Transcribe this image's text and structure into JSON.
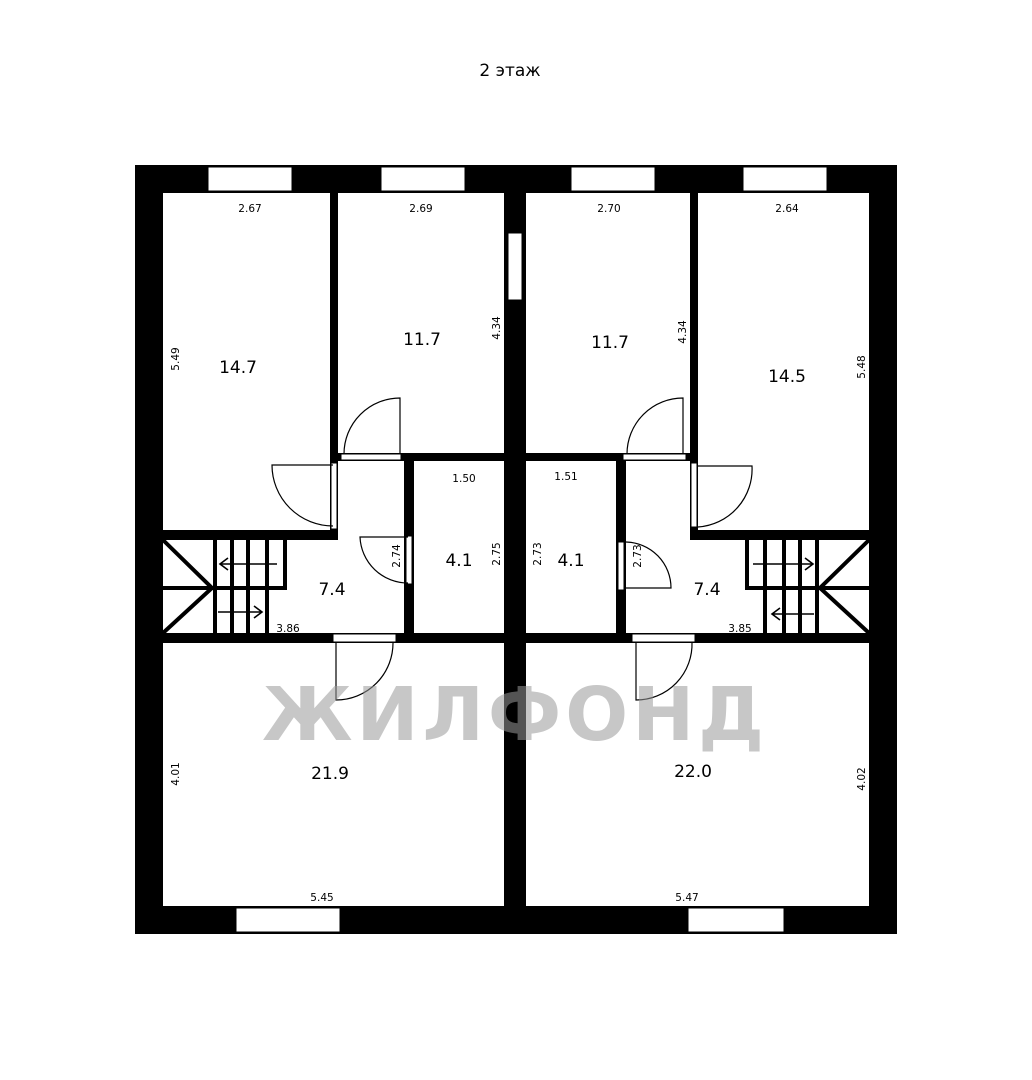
{
  "title": "2 этаж",
  "watermark": "ЖИЛФОНД",
  "rooms": {
    "left_bedroom_1": "14.7",
    "left_bedroom_2": "11.7",
    "left_hall": "7.4",
    "left_bath": "4.1",
    "left_living": "21.9",
    "right_bedroom_2": "11.7",
    "right_bedroom_1": "14.5",
    "right_bath": "4.1",
    "right_hall": "7.4",
    "right_living": "22.0"
  },
  "dimensions": {
    "left_bedroom_1_width": "2.67",
    "left_bedroom_1_length": "5.49",
    "left_bedroom_2_width": "2.69",
    "left_bedroom_2_length": "4.34",
    "right_bedroom_2_width": "2.70",
    "right_bedroom_2_length": "4.34",
    "right_bedroom_1_width": "2.64",
    "right_bedroom_1_length": "5.48",
    "left_bath_width": "1.50",
    "left_bath_length": "2.75",
    "left_hall_height": "2.74",
    "left_hall_width": "3.86",
    "right_bath_width": "1.51",
    "right_bath_length": "2.73",
    "right_hall_height": "2.73",
    "right_hall_width": "3.85",
    "left_living_height": "4.01",
    "left_living_width": "5.45",
    "right_living_height": "4.02",
    "right_living_width": "5.47"
  }
}
